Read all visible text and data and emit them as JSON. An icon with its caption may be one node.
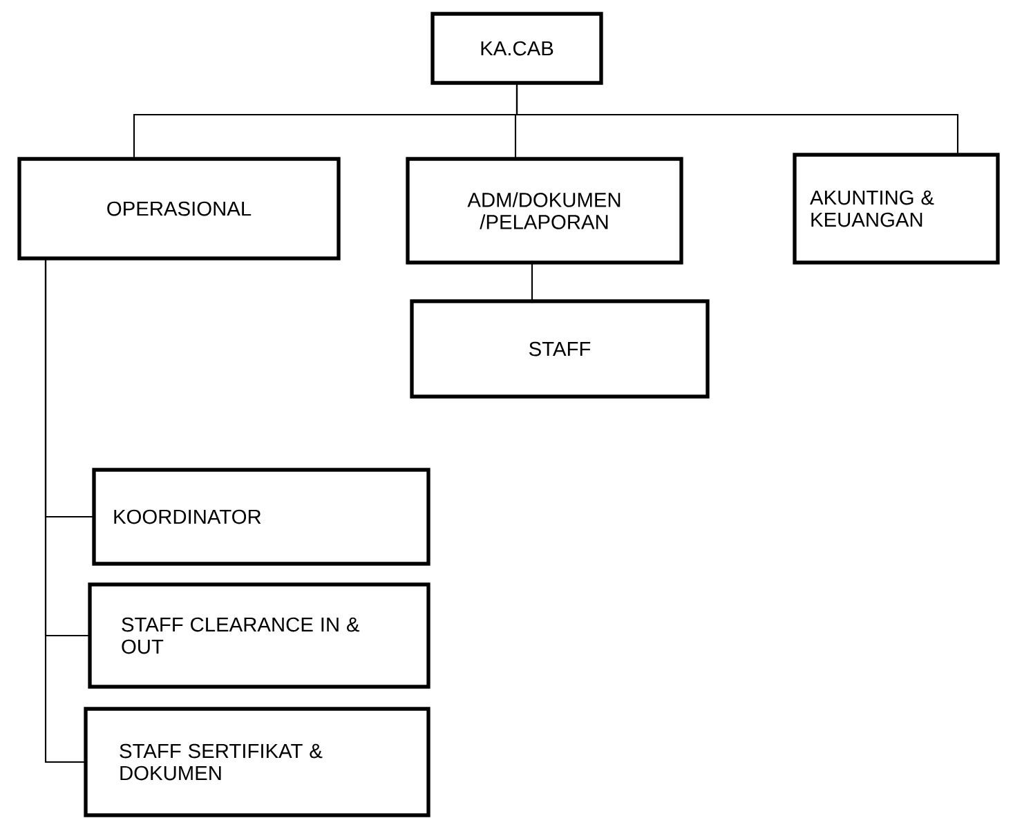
{
  "diagram": {
    "nodes": [
      {
        "text": [
          "KA.CAB"
        ]
      },
      {
        "text": [
          "OPERASIONAL"
        ]
      },
      {
        "text": [
          "ADM/DOKUMEN /PELAPORAN"
        ]
      },
      {
        "text": [
          "AKUNTING & KEUANGAN"
        ]
      },
      {
        "text": [
          "STAFF"
        ]
      },
      {
        "text": [
          "KOORDINATOR"
        ]
      },
      {
        "text": [
          "STAFF CLEARANCE IN & OUT"
        ]
      },
      {
        "text": [
          "STAFF SERTIFIKAT & DOKUMEN"
        ]
      }
    ],
    "edges": [
      {
        "from": 0,
        "to": 1,
        "arrow": "none"
      },
      {
        "from": 0,
        "to": 2,
        "arrow": "none"
      },
      {
        "from": 0,
        "to": 3,
        "arrow": "none"
      },
      {
        "from": 2,
        "to": 4,
        "arrow": "none"
      },
      {
        "from": 1,
        "to": 5,
        "arrow": "none"
      },
      {
        "from": 1,
        "to": 6,
        "arrow": "none"
      },
      {
        "from": 1,
        "to": 7,
        "arrow": "none"
      }
    ]
  }
}
